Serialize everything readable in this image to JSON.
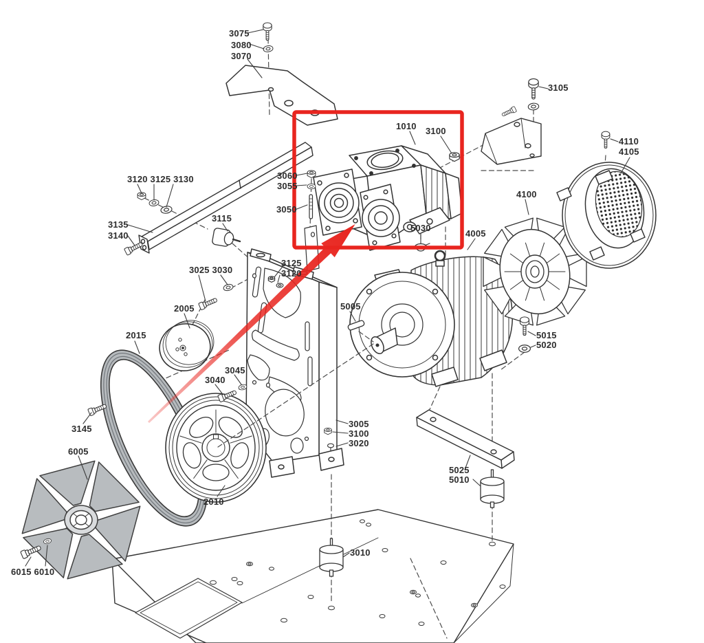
{
  "diagram": {
    "type": "exploded-parts-diagram",
    "description": "Exploded assembly drawing of compressor pump, motor, pulleys, belt and fans with highlighted pump unit",
    "colors": {
      "line": "#333333",
      "highlight_red": "#e8251f",
      "fan_gray": "#b8bcbf",
      "belt_gray": "#b6babd"
    }
  },
  "labels": [
    {
      "text": "3075"
    },
    {
      "text": "3080"
    },
    {
      "text": "3070"
    },
    {
      "text": "1010"
    },
    {
      "text": "3100"
    },
    {
      "text": "3105"
    },
    {
      "text": "4110"
    },
    {
      "text": "4105"
    },
    {
      "text": "3120 3125 3130"
    },
    {
      "text": "3135"
    },
    {
      "text": "3140"
    },
    {
      "text": "3115"
    },
    {
      "text": "3060"
    },
    {
      "text": "3055"
    },
    {
      "text": "3050"
    },
    {
      "text": "3125"
    },
    {
      "text": "3120"
    },
    {
      "text": "3025 3030"
    },
    {
      "text": "2005"
    },
    {
      "text": "2015"
    },
    {
      "text": "5030"
    },
    {
      "text": "4005"
    },
    {
      "text": "4100"
    },
    {
      "text": "5005"
    },
    {
      "text": "5015"
    },
    {
      "text": "5020"
    },
    {
      "text": "3045"
    },
    {
      "text": "3040"
    },
    {
      "text": "3145"
    },
    {
      "text": "6005"
    },
    {
      "text": "3005"
    },
    {
      "text": "3100"
    },
    {
      "text": "3020"
    },
    {
      "text": "2010"
    },
    {
      "text": "5025"
    },
    {
      "text": "5010"
    },
    {
      "text": "3010"
    },
    {
      "text": "6015 6010"
    }
  ]
}
